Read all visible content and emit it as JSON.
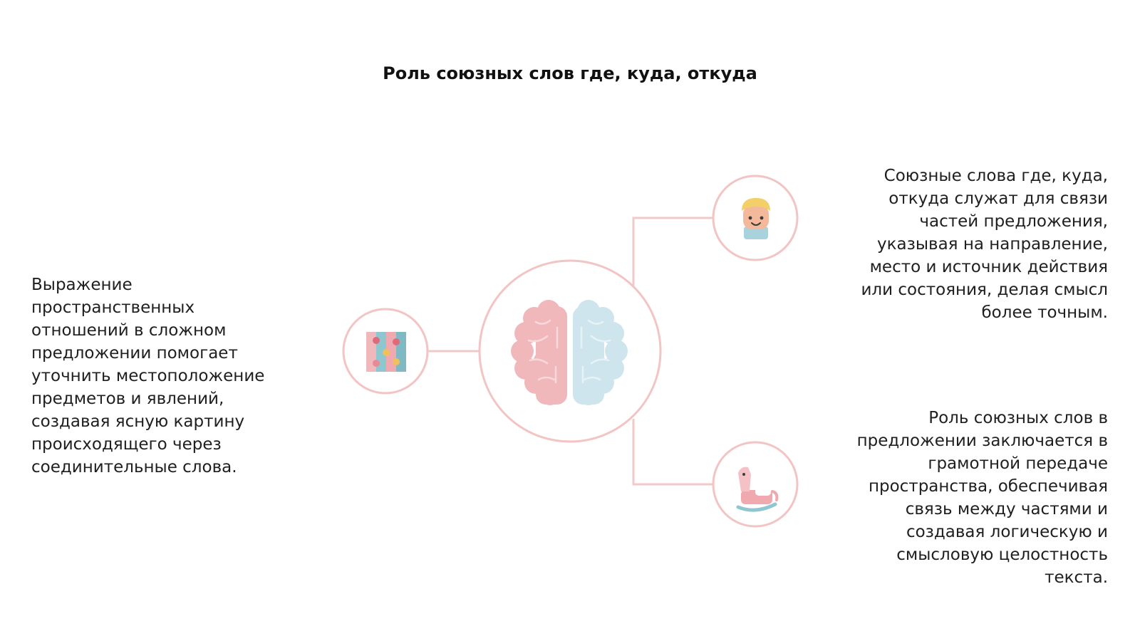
{
  "title": "Роль союзных слов где, куда, откуда",
  "center": {
    "icon": "brain-icon"
  },
  "nodes": [
    {
      "id": "left",
      "icon": "puzzle-icon",
      "text": "Выражение\nпространственных\nотношений в сложном\nпредложении помогает\nуточнить местоположение\nпредметов и явлений,\nсоздавая ясную картину\nпроисходящего через\nсоединительные слова."
    },
    {
      "id": "top-right",
      "icon": "child-face-icon",
      "text": "Союзные слова где, куда,\nоткуда служат для связи\nчастей предложения,\nуказывая на направление,\nместо и источник действия\nили состояния, делая смысл\nболее точным."
    },
    {
      "id": "bottom-right",
      "icon": "rocking-horse-icon",
      "text": "Роль союзных слов в\nпредложении заключается в\nграмотной передаче\nпространства, обеспечивая\nсвязь между частями и\nсоздавая логическую и\nсмысловую целостность\nтекста."
    }
  ],
  "colors": {
    "accent_pink": "#f2c4c4",
    "brain_pink": "#f0b7bb",
    "brain_blue": "#cde4ec",
    "text": "#1f1f1f"
  }
}
